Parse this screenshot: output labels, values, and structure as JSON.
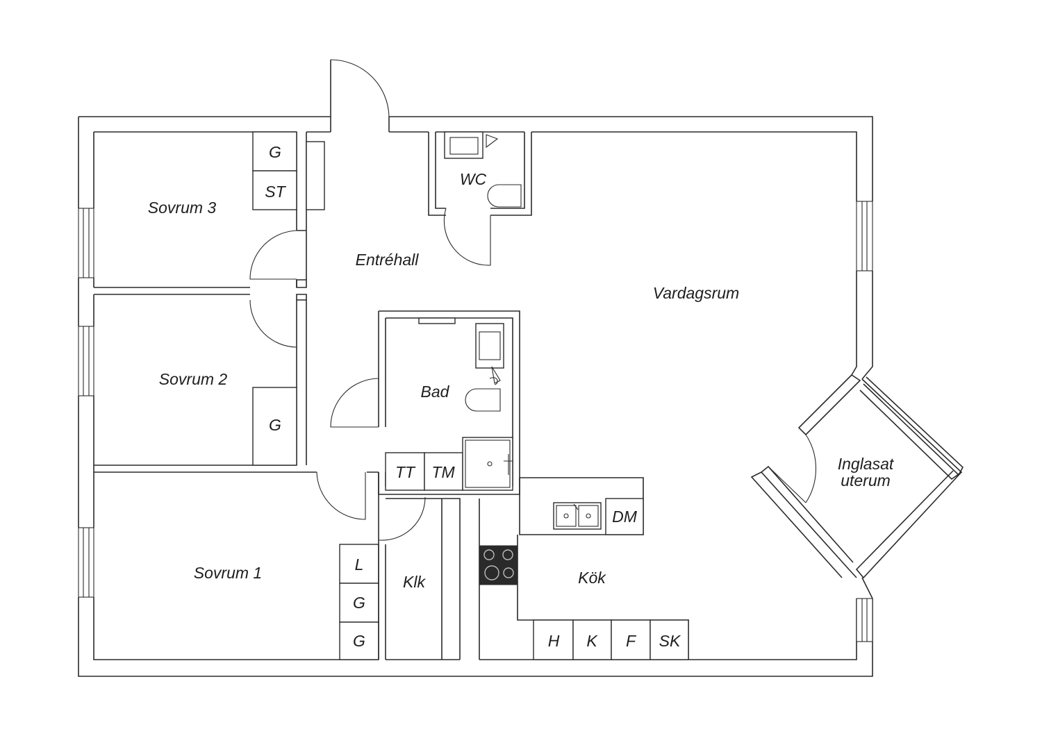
{
  "rooms": {
    "sovrum3": "Sovrum 3",
    "sovrum2": "Sovrum 2",
    "sovrum1": "Sovrum 1",
    "entrehall": "Entréhall",
    "wc": "WC",
    "bad": "Bad",
    "vardagsrum": "Vardagsrum",
    "kok": "Kök",
    "klk": "Klk",
    "uterum_line1": "Inglasat",
    "uterum_line2": "uterum"
  },
  "fixtures": {
    "g_sov3": "G",
    "st_sov3": "ST",
    "g_sov2": "G",
    "l_sov1": "L",
    "g1_sov1": "G",
    "g2_sov1": "G",
    "tt": "TT",
    "tm": "TM",
    "dm": "DM",
    "h": "H",
    "k": "K",
    "f": "F",
    "sk": "SK"
  }
}
